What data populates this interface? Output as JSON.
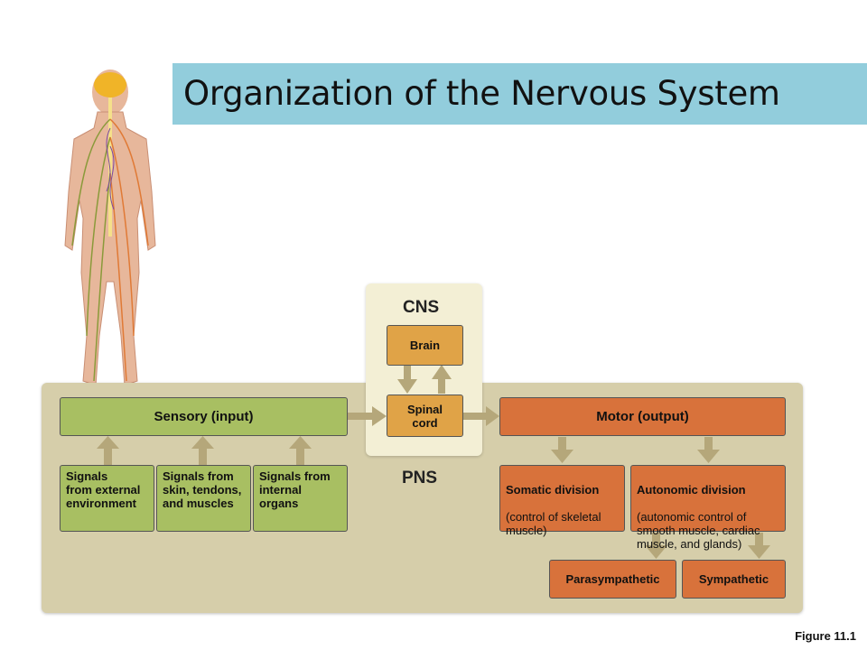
{
  "title": "Organization of the Nervous System",
  "cns": {
    "label": "CNS",
    "brain": "Brain",
    "spinal_cord": "Spinal\ncord"
  },
  "pns": {
    "label": "PNS",
    "sensory": "Sensory (input)",
    "motor": "Motor (output)",
    "signals_external": "Signals\nfrom external\nenvironment",
    "signals_skin": "Signals from\nskin, tendons,\nand muscles",
    "signals_internal": "Signals from\ninternal\norgans",
    "somatic_title": "Somatic division",
    "somatic_desc": "(control of skeletal\nmuscle)",
    "autonomic_title": "Autonomic division",
    "autonomic_desc": "(autonomic control of\nsmooth muscle, cardiac\nmuscle, and glands)",
    "parasympathetic": "Parasympathetic",
    "sympathetic": "Sympathetic"
  },
  "figure_label": "Figure 11.1",
  "colors": {
    "title_bar": "#92cddc",
    "pns_panel": "#d6ceaa",
    "cns_panel": "#f3efd5",
    "sensory_green": "#a8bf62",
    "motor_orange": "#d8723b",
    "cns_gold": "#e0a347",
    "arrow": "#b5a77a"
  }
}
